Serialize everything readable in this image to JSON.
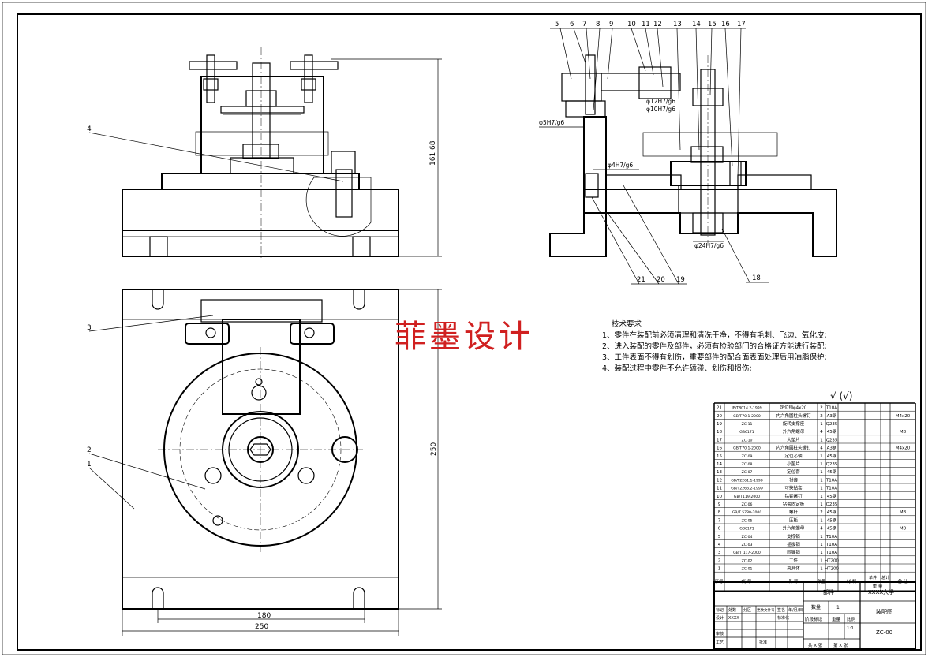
{
  "watermark": "菲墨设计",
  "tech_requirements": {
    "title": "技术要求",
    "items": [
      "1、零件在装配前必须清理和清洗干净，不得有毛刺、飞边、氧化皮;",
      "2、进入装配的零件及部件，必须有检验部门的合格证方能进行装配;",
      "3、工件表面不得有划伤，重要部件的配合面表面处理后用油脂保护;",
      "4、装配过程中零件不允许磕碰、划伤和损伤;"
    ]
  },
  "roughness": "√ (√)",
  "dimensions": {
    "front_height": "161.68",
    "top_height": "250",
    "width_inner": "180",
    "width_outer": "250"
  },
  "fits": [
    "φ12H7/g6",
    "φ10H7/g6",
    "φ5H7/g6",
    "φ4H7/g6",
    "φ24H7/g6"
  ],
  "balloons_section": [
    "5",
    "6",
    "7",
    "8",
    "9",
    "10",
    "11",
    "12",
    "13",
    "14",
    "15",
    "16",
    "17"
  ],
  "balloons_section_bottom": [
    "21",
    "20",
    "19",
    "18"
  ],
  "balloons_views": [
    "4",
    "3",
    "2",
    "1"
  ],
  "bom_rows": [
    {
      "no": "21",
      "code": "JB/T8014.2-1999",
      "name": "定位销φ4x20",
      "qty": "2",
      "mat": "T10A",
      "note": ""
    },
    {
      "no": "20",
      "code": "GB/T70.1-2000",
      "name": "内六角圆柱头螺钉",
      "qty": "2",
      "mat": "A3钢",
      "note": "M4x20"
    },
    {
      "no": "19",
      "code": "ZC-11",
      "name": "旋转支撑座",
      "qty": "1",
      "mat": "Q235",
      "note": ""
    },
    {
      "no": "18",
      "code": "GB6171",
      "name": "外六角螺母",
      "qty": "4",
      "mat": "45钢",
      "note": "M8"
    },
    {
      "no": "17",
      "code": "ZC-10",
      "name": "大垫片",
      "qty": "1",
      "mat": "Q235",
      "note": ""
    },
    {
      "no": "16",
      "code": "GB/T70.1-2000",
      "name": "内六角圆柱头螺钉",
      "qty": "4",
      "mat": "A3钢",
      "note": "M4x20"
    },
    {
      "no": "15",
      "code": "ZC-09",
      "name": "定位芯轴",
      "qty": "1",
      "mat": "45钢",
      "note": ""
    },
    {
      "no": "14",
      "code": "ZC-08",
      "name": "小垫片",
      "qty": "1",
      "mat": "Q235",
      "note": ""
    },
    {
      "no": "13",
      "code": "ZC-07",
      "name": "定位套",
      "qty": "1",
      "mat": "45钢",
      "note": ""
    },
    {
      "no": "12",
      "code": "GB/T2261.1-1999",
      "name": "衬套",
      "qty": "1",
      "mat": "T10A",
      "note": ""
    },
    {
      "no": "11",
      "code": "GB/T2263.2-1999",
      "name": "可换钻套",
      "qty": "1",
      "mat": "T10A",
      "note": ""
    },
    {
      "no": "10",
      "code": "GB/T119-2000",
      "name": "钻套螺钉",
      "qty": "1",
      "mat": "45钢",
      "note": ""
    },
    {
      "no": "9",
      "code": "ZC-06",
      "name": "钻套固定板",
      "qty": "1",
      "mat": "Q235",
      "note": ""
    },
    {
      "no": "8",
      "code": "GB/T 5780-2000",
      "name": "螺杆",
      "qty": "2",
      "mat": "45钢",
      "note": "M8"
    },
    {
      "no": "7",
      "code": "ZC-05",
      "name": "压板",
      "qty": "1",
      "mat": "45钢",
      "note": ""
    },
    {
      "no": "6",
      "code": "GB6171",
      "name": "外六角螺母",
      "qty": "4",
      "mat": "45钢",
      "note": "M8"
    },
    {
      "no": "5",
      "code": "ZC-04",
      "name": "支撑销",
      "qty": "1",
      "mat": "T10A",
      "note": ""
    },
    {
      "no": "4",
      "code": "ZC-03",
      "name": "插拔销",
      "qty": "1",
      "mat": "T10A",
      "note": ""
    },
    {
      "no": "3",
      "code": "GB/T 117-2000",
      "name": "圆锥销",
      "qty": "1",
      "mat": "T10A",
      "note": ""
    },
    {
      "no": "2",
      "code": "ZC-02",
      "name": "工件",
      "qty": "1",
      "mat": "HT200",
      "note": ""
    },
    {
      "no": "1",
      "code": "ZC-01",
      "name": "夹具体",
      "qty": "1",
      "mat": "HT200",
      "note": ""
    }
  ],
  "bom_header": {
    "no": "序号",
    "code": "代 号",
    "name": "名 称",
    "qty": "数量",
    "mat": "材 料",
    "weight_single": "单件",
    "weight_total": "总计",
    "weight": "重 量",
    "note": "备 注"
  },
  "title_block": {
    "school": "XXXX大学",
    "drawing_name": "装配图",
    "drawing_no": "ZC-00",
    "qty_label": "数量",
    "qty": "1",
    "scale_label": "比例",
    "scale": "1:1",
    "weight_label": "重量",
    "stage_label": "阶段标记",
    "sheet_1": "共 X 张",
    "sheet_2": "第 X 张",
    "part_label": "部件",
    "designer_label": "设计",
    "designer": "XXXX",
    "check_label": "审核",
    "process_label": "工艺",
    "approve_label": "批准",
    "std_label": "标准化",
    "mark_label": "标记",
    "count_label": "处数",
    "zone_label": "分区",
    "change_label": "更改文件号",
    "sign_label": "签名",
    "date_label": "年/月/日"
  }
}
